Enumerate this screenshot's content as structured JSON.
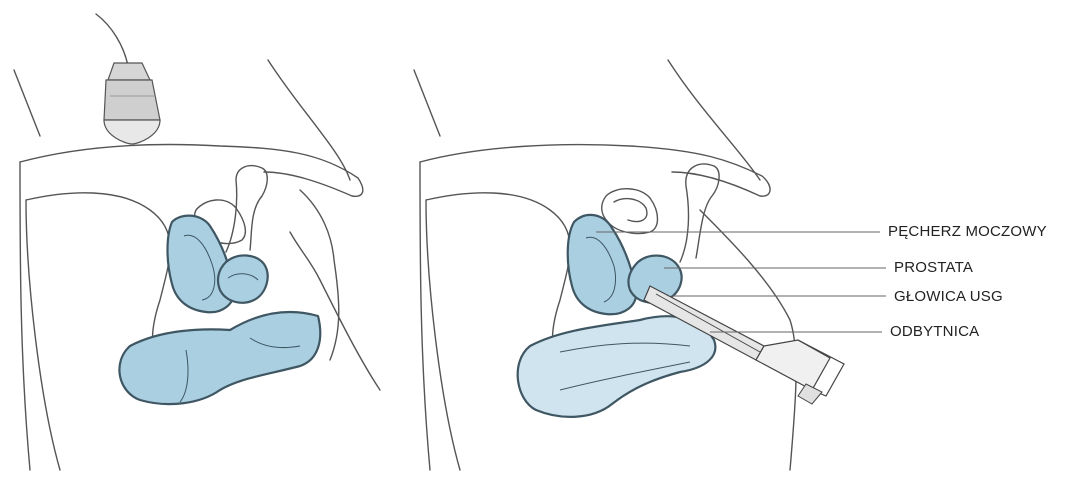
{
  "figure": {
    "colors": {
      "organ_fill": "#a9cfe1",
      "organ_fill_light": "#cfe4ee",
      "outline": "#555555"
    },
    "labels": {
      "bladder": "PĘCHERZ MOCZOWY",
      "prostate": "PROSTATA",
      "probe": "GŁOWICA USG",
      "rectum": "ODBYTNICA"
    }
  }
}
